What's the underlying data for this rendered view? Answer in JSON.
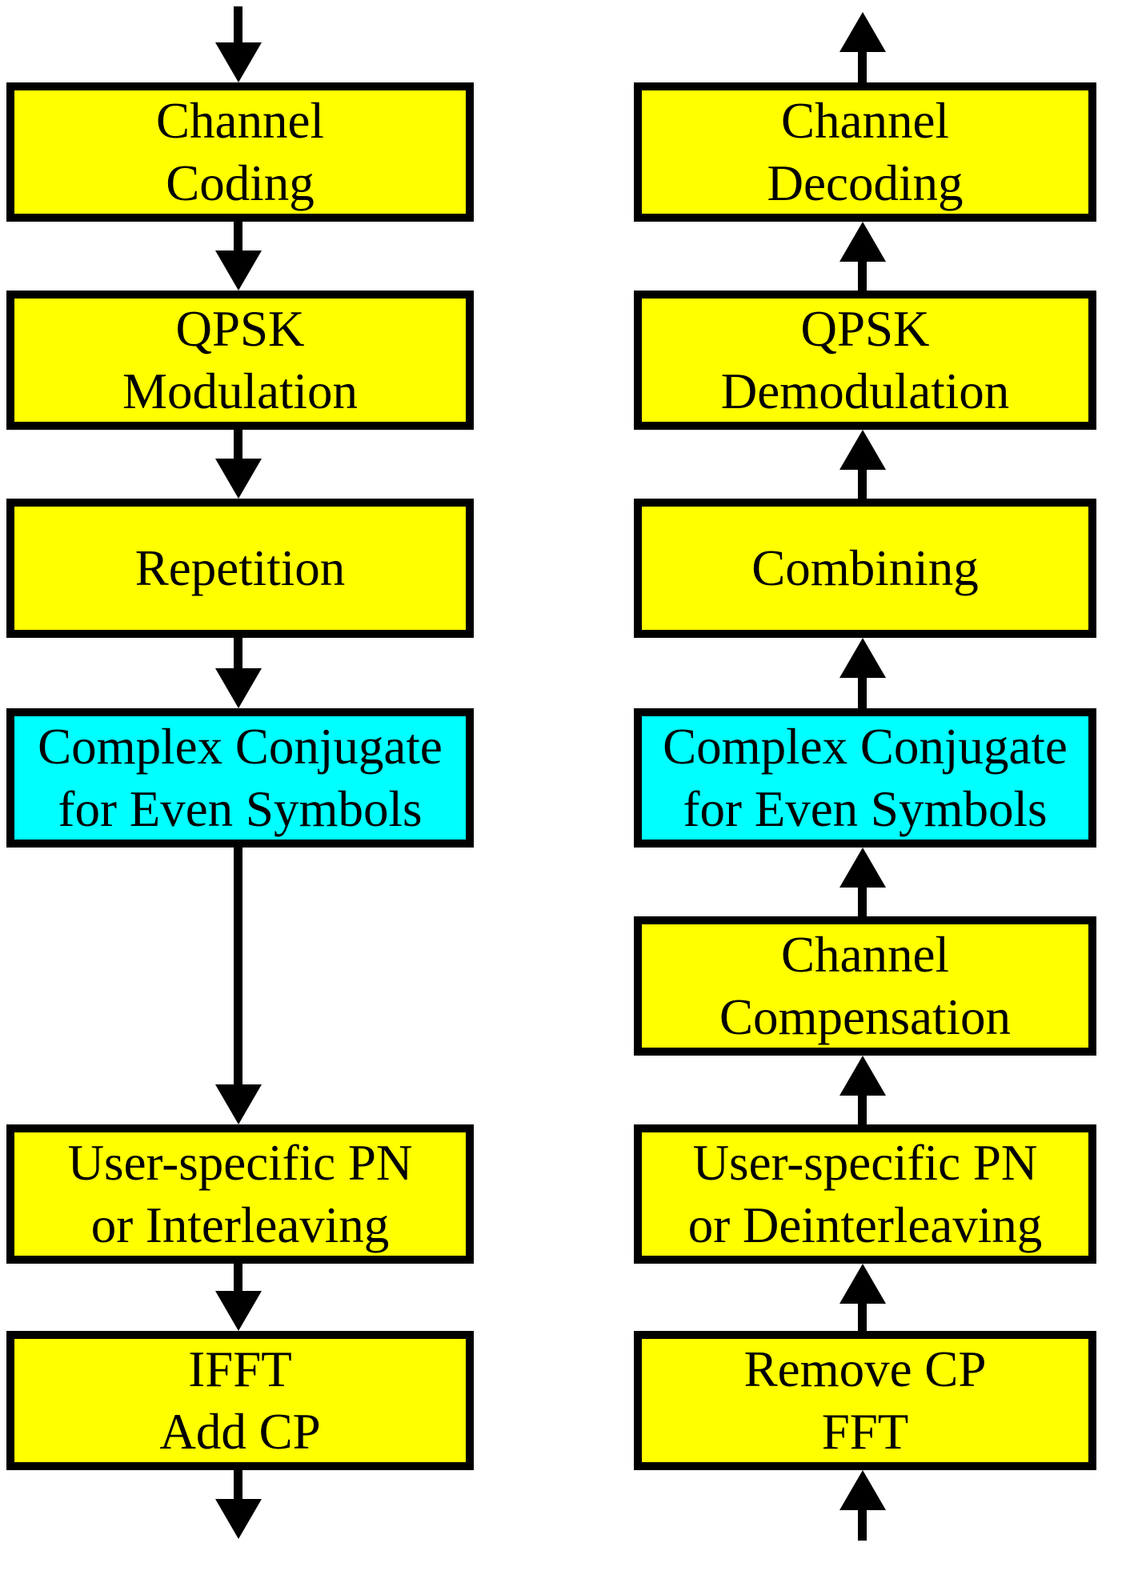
{
  "colors": {
    "yellow": "#FFFF00",
    "cyan": "#00FFFF",
    "ink": "#000000",
    "background": "#FFFFFF"
  },
  "diagram": {
    "transmitter_chain": {
      "flow_direction": "down",
      "blocks": [
        {
          "lines": [
            "Channel",
            "Coding"
          ],
          "fill": "yellow"
        },
        {
          "lines": [
            "QPSK",
            "Modulation"
          ],
          "fill": "yellow"
        },
        {
          "lines": [
            "Repetition"
          ],
          "fill": "yellow"
        },
        {
          "lines": [
            "Complex Conjugate",
            "for Even Symbols"
          ],
          "fill": "cyan"
        },
        {
          "lines": [
            "User-specific PN",
            "or Interleaving"
          ],
          "fill": "yellow"
        },
        {
          "lines": [
            "IFFT",
            "Add CP"
          ],
          "fill": "yellow"
        }
      ]
    },
    "receiver_chain": {
      "flow_direction": "up",
      "blocks": [
        {
          "lines": [
            "Channel",
            "Decoding"
          ],
          "fill": "yellow"
        },
        {
          "lines": [
            "QPSK",
            "Demodulation"
          ],
          "fill": "yellow"
        },
        {
          "lines": [
            "Combining"
          ],
          "fill": "yellow"
        },
        {
          "lines": [
            "Complex Conjugate",
            "for Even Symbols"
          ],
          "fill": "cyan"
        },
        {
          "lines": [
            "Channel",
            "Compensation"
          ],
          "fill": "yellow"
        },
        {
          "lines": [
            "User-specific PN",
            "or Deinterleaving"
          ],
          "fill": "yellow"
        },
        {
          "lines": [
            "Remove CP",
            "FFT"
          ],
          "fill": "yellow"
        }
      ]
    }
  }
}
